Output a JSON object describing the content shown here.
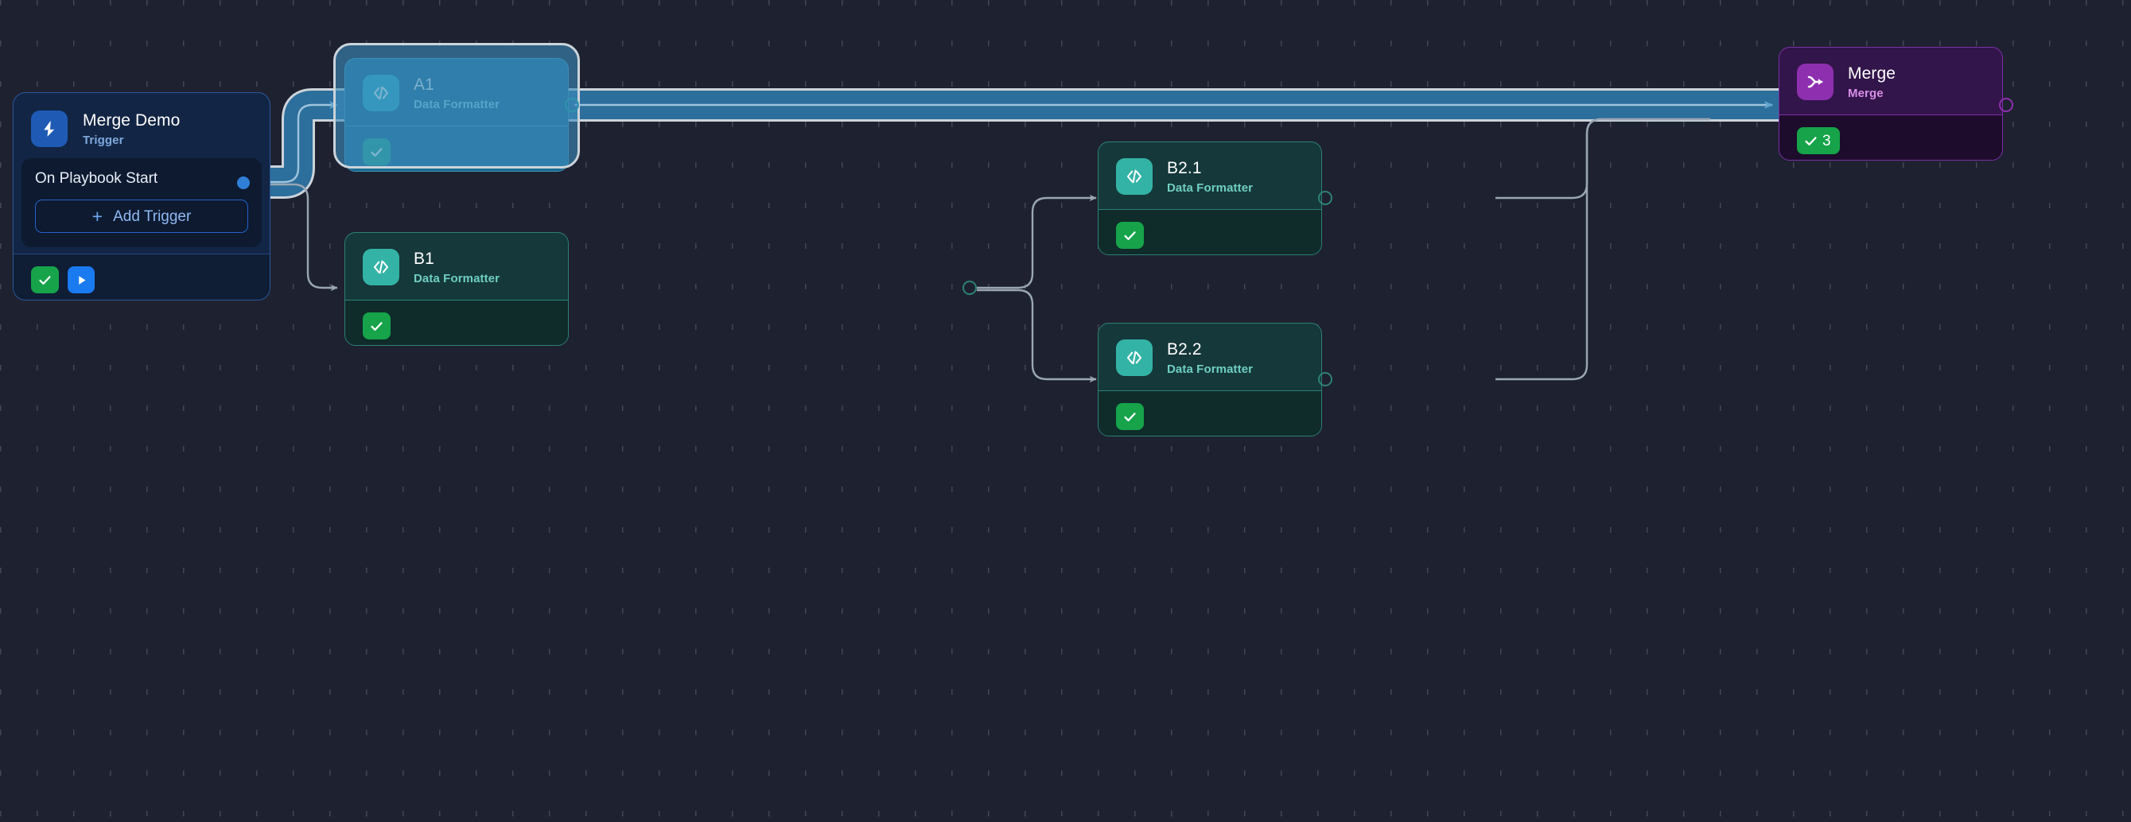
{
  "canvas": {
    "background_color": "#1e2130",
    "grid": "dot-grid"
  },
  "colors": {
    "trigger_blue": "#1f5bb5",
    "formatter_teal": "#33b3a6",
    "merge_purple": "#8e2fb0",
    "success_green": "#16a34a",
    "run_blue": "#1a7af0",
    "selection_ring": "#ccd4da",
    "highlight_path": "#3b8bb9",
    "edge_line": "#9aa6b4"
  },
  "nodes": [
    {
      "id": "trigger",
      "title": "Merge Demo",
      "subtitle": "Trigger",
      "icon": "lightning-bolt-icon",
      "trigger_label": "On Playbook Start",
      "add_trigger_label": "Add Trigger",
      "add_trigger_plus": "+",
      "footer_badges": [
        "check-icon",
        "play-icon"
      ]
    },
    {
      "id": "a1",
      "title": "A1",
      "subtitle": "Data Formatter",
      "icon": "code-brackets-icon",
      "selected": true,
      "footer_badges": [
        "check-icon"
      ]
    },
    {
      "id": "b1",
      "title": "B1",
      "subtitle": "Data Formatter",
      "icon": "code-brackets-icon",
      "selected": false,
      "footer_badges": [
        "check-icon"
      ]
    },
    {
      "id": "b21",
      "title": "B2.1",
      "subtitle": "Data Formatter",
      "icon": "code-brackets-icon",
      "selected": false,
      "footer_badges": [
        "check-icon"
      ]
    },
    {
      "id": "b22",
      "title": "B2.2",
      "subtitle": "Data Formatter",
      "icon": "code-brackets-icon",
      "selected": false,
      "footer_badges": [
        "check-icon"
      ]
    },
    {
      "id": "merge",
      "title": "Merge",
      "subtitle": "Merge",
      "icon": "merge-arrows-icon",
      "selected": false,
      "badge_count": "3",
      "footer_badges": [
        "check-icon"
      ]
    }
  ],
  "edges": [
    {
      "from": "trigger",
      "to": "a1",
      "highlighted": true
    },
    {
      "from": "trigger",
      "to": "b1",
      "highlighted": false
    },
    {
      "from": "a1",
      "to": "merge",
      "highlighted": true
    },
    {
      "from": "b1",
      "to": "b21",
      "highlighted": false
    },
    {
      "from": "b1",
      "to": "b22",
      "highlighted": false
    },
    {
      "from": "b21",
      "to": "merge",
      "highlighted": false
    },
    {
      "from": "b22",
      "to": "merge",
      "highlighted": false
    }
  ]
}
